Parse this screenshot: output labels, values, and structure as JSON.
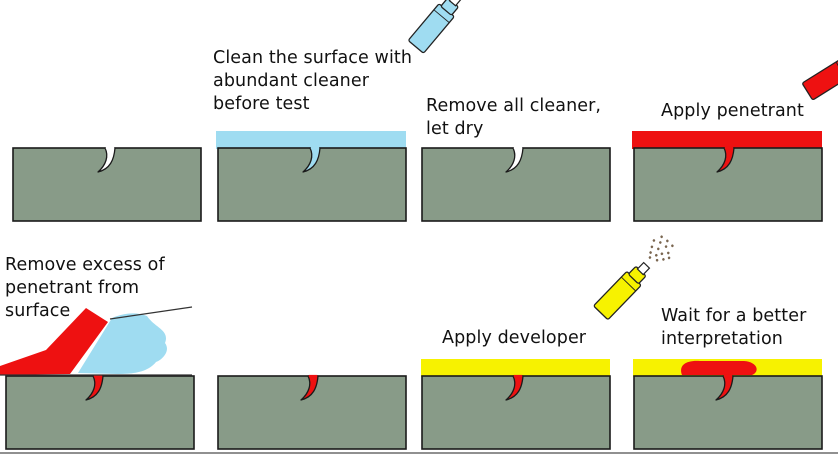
{
  "colors": {
    "specimen": "#889b88",
    "outline": "#1a1a1a",
    "cleaner": "#9fdcf1",
    "penetrant": "#ee1111",
    "developer": "#f7f200",
    "spray_particles": "#7a6650"
  },
  "steps": [
    {
      "label": "",
      "layer": "none",
      "crack": "empty",
      "can": "none"
    },
    {
      "label": "Clean the surface with\nabundant cleaner\nbefore test",
      "layer": "cleaner",
      "crack": "cleaner",
      "can": "cleaner-spray-can"
    },
    {
      "label": "Remove all cleaner,\nlet dry",
      "layer": "none",
      "crack": "empty",
      "can": "none"
    },
    {
      "label": "Apply penetrant",
      "layer": "penetrant",
      "crack": "penetrant",
      "can": "penetrant-spray-can"
    },
    {
      "label": "Remove excess of\npenetrant from\nsurface",
      "layer": "wiping",
      "crack": "penetrant",
      "can": "none"
    },
    {
      "label": "",
      "layer": "none",
      "crack": "penetrant",
      "can": "none"
    },
    {
      "label": "Apply developer",
      "layer": "developer",
      "crack": "penetrant",
      "can": "developer-spray-can"
    },
    {
      "label": "Wait for a better\ninterpretation",
      "layer": "developer-bleed",
      "crack": "penetrant",
      "can": "none"
    }
  ]
}
